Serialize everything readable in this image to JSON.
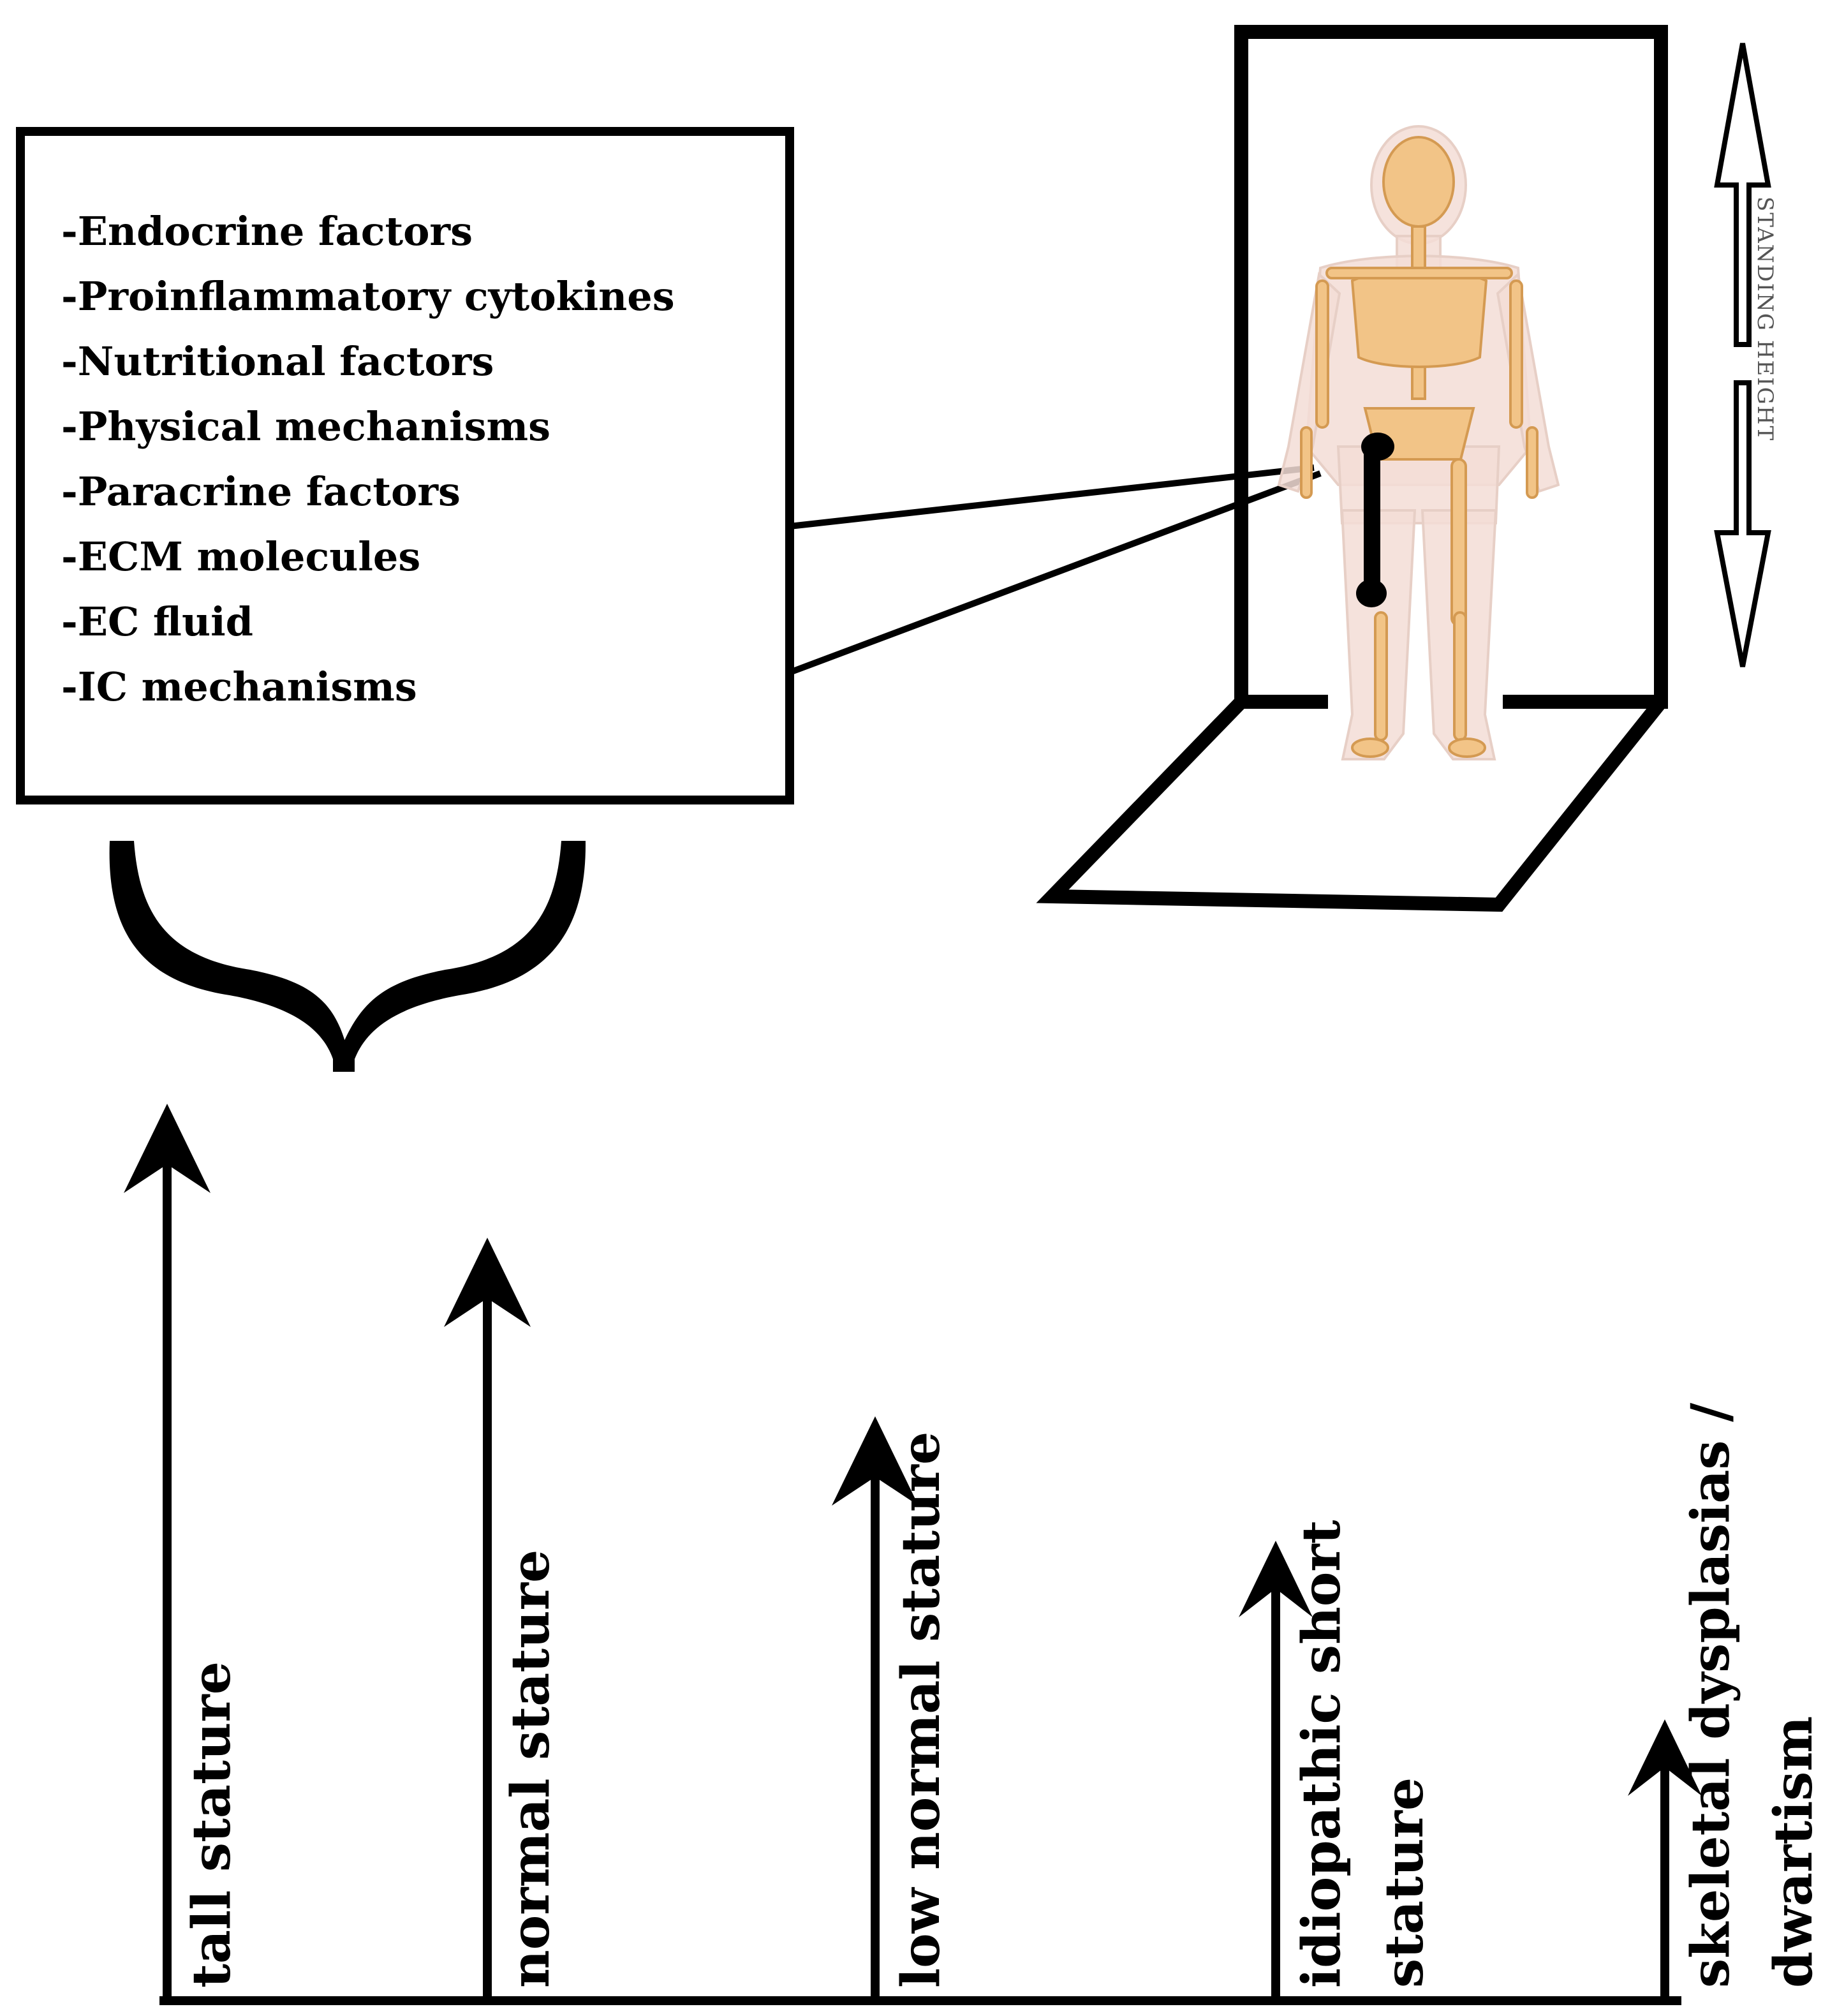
{
  "factors_box": {
    "items": [
      "-Endocrine factors",
      "-Proinflammatory cytokines",
      "-Nutritional factors",
      "-Physical mechanisms",
      "-Paracrine factors",
      "-ECM molecules",
      "-EC fluid",
      "-IC mechanisms"
    ]
  },
  "stadiometer": {
    "label": "STANDING HEIGHT"
  },
  "stature_arrows": [
    {
      "label": "tall stature",
      "level": 5
    },
    {
      "label": "normal stature",
      "level": 4
    },
    {
      "label": "low normal stature",
      "level": 3
    },
    {
      "label_lines": [
        "idiopathic short",
        "stature"
      ],
      "level": 2
    },
    {
      "label_lines": [
        "skeletal dysplasias /",
        "dwartism"
      ],
      "level": 1
    }
  ],
  "colors": {
    "ink": "#000000",
    "bone": "#f2c487",
    "skin": "#f3ddd6",
    "background": "#ffffff"
  }
}
